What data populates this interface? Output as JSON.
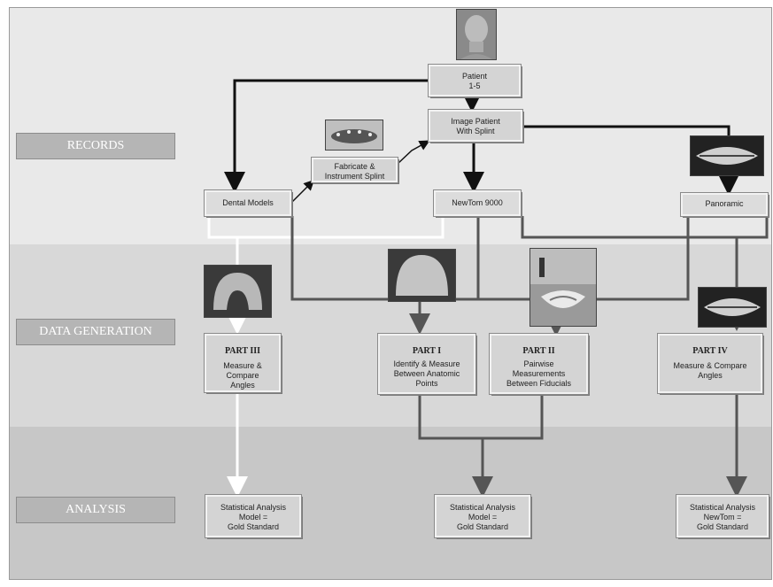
{
  "stages": {
    "records": "RECORDS",
    "data_generation": "DATA GENERATION",
    "analysis": "ANALYSIS"
  },
  "nodes": {
    "patient": [
      "Patient",
      "1-5"
    ],
    "image_patient": [
      "Image Patient",
      "With Splint"
    ],
    "fabricate": [
      "Fabricate &",
      "Instrument Splint"
    ],
    "dental_models": "Dental Models",
    "newtom": "NewTom 9000",
    "panoramic": "Panoramic",
    "part3": {
      "title": "PART III",
      "text": [
        "Measure & Compare",
        "Angles"
      ]
    },
    "part1": {
      "title": "PART I",
      "text": [
        "Identify & Measure",
        "Between Anatomic",
        "Points"
      ]
    },
    "part2": {
      "title": "PART II",
      "text": [
        "Pairwise",
        "Measurements",
        "Between Fiducials"
      ]
    },
    "part4": {
      "title": "PART IV",
      "text": [
        "Measure & Compare",
        "Angles"
      ]
    },
    "stat_model": [
      "Statistical Analysis",
      "Model =",
      "Gold Standard"
    ],
    "stat_mid": [
      "Statistical Analysis",
      "Model =",
      "Gold Standard"
    ],
    "stat_newtom": [
      "Statistical Analysis",
      "NewTom =",
      "Gold Standard"
    ]
  },
  "icons": {
    "head": "patient-head-icon",
    "splint": "splint-photo-icon",
    "pano_top": "panoramic-xray-icon",
    "pano_mid": "panoramic-xray-icon",
    "cast_left": "dental-cast-photo-icon",
    "cast_mid": "dental-cast-photo-icon",
    "splint_fid": "fiducial-splint-photo-icon"
  }
}
